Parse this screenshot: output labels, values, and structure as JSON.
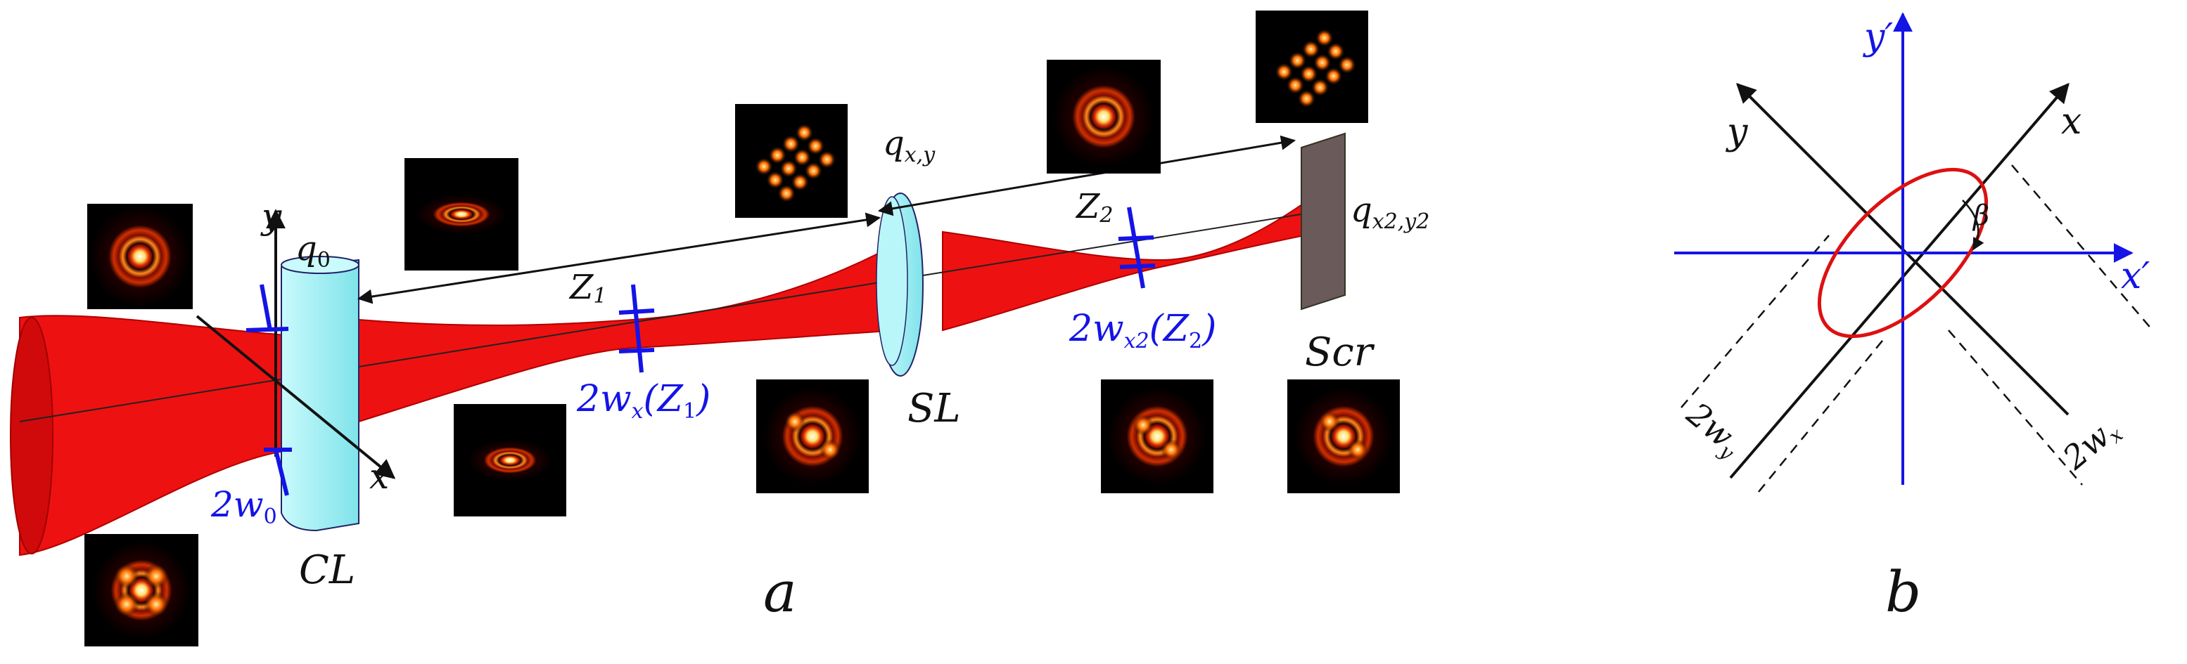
{
  "panel_a": {
    "label": "a",
    "labels": {
      "q0": "q",
      "q0_sub": "0",
      "qxy": "q",
      "qxy_sub": "x,y",
      "qx2y2": "q",
      "qx2y2_sub": "x2,y2",
      "z1": "Z",
      "z1_sub": "1",
      "z2": "Z",
      "z2_sub": "2",
      "sl": "SL",
      "cl": "CL",
      "scr": "Scr",
      "x_axis": "x",
      "y_axis": "y"
    },
    "blue_labels": {
      "w0": "2w",
      "w0_sub": "0",
      "wx1_pre": "2w",
      "wx1_sub": "x",
      "wx1_post": "(Z",
      "wx1_post_sub": "1",
      "wx1_close": ")",
      "wx2_pre": "2w",
      "wx2_sub": "x2",
      "wx2_post": "(Z",
      "wx2_post_sub": "2",
      "wx2_close": ")"
    }
  },
  "panel_b": {
    "label": "b",
    "labels": {
      "x": "x",
      "y": "y",
      "xprime": "x′",
      "yprime": "y′",
      "beta": "β",
      "two_wx": "2w",
      "two_wx_sub": "x",
      "two_wy": "2w",
      "two_wy_sub": "y"
    }
  },
  "colors": {
    "beam": "#ee1111",
    "lens": "#9ff0f4",
    "screen": "#6b5a5a",
    "blue": "#1414e6",
    "ellipse": "#dd1111"
  }
}
